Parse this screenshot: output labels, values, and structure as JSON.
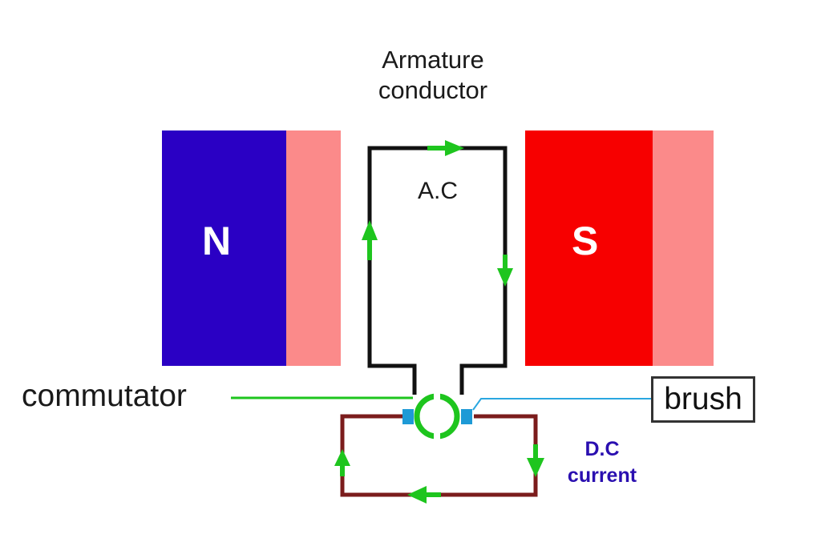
{
  "labels": {
    "title_line1": "Armature",
    "title_line2": "conductor",
    "ac": "A.C",
    "north": "N",
    "south": "S",
    "commutator": "commutator",
    "brush": "brush",
    "dc_line1": "D.C",
    "dc_line2": "current"
  },
  "colors": {
    "north_pole": "#2a00c4",
    "south_pole": "#f70000",
    "pole_face": "#fb8a8a",
    "conductor": "#111111",
    "arrow": "#1ec51e",
    "external_circuit": "#7b1c1c",
    "brush_block": "#1e9ad6",
    "dc_text": "#2a0fb0"
  }
}
